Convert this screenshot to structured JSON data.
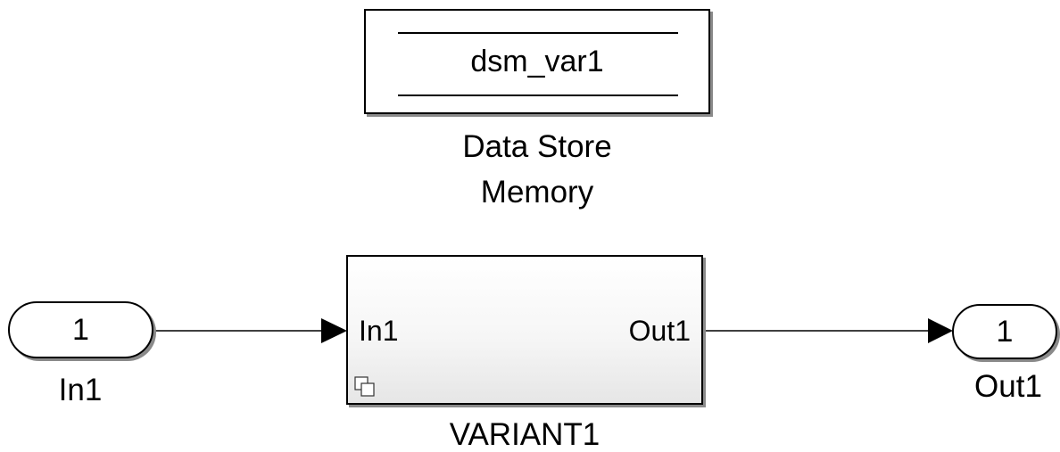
{
  "data_store_memory": {
    "variable": "dsm_var1",
    "label_line1": "Data Store",
    "label_line2": "Memory"
  },
  "inport": {
    "number": "1",
    "label": "In1"
  },
  "variant_subsystem": {
    "input_port": "In1",
    "output_port": "Out1",
    "label": "VARIANT1",
    "icon": "variant-subsystem-icon"
  },
  "outport": {
    "number": "1",
    "label": "Out1"
  },
  "colors": {
    "line": "#000000",
    "shadow": "#8a8a8a",
    "block_fill": "#ffffff"
  }
}
